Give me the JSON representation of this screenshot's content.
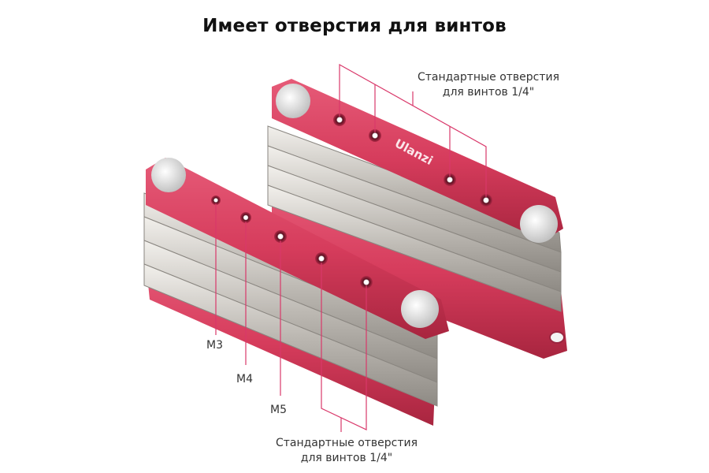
{
  "title": "Имеет отверстия для винтов",
  "brand_logo": "Ulanzi",
  "annotations": {
    "top_label_line1": "Стандартные отверстия",
    "top_label_line2": "для винтов 1/4\"",
    "bottom_label_line1": "Стандартные отверстия",
    "bottom_label_line2": "для винтов 1/4\"",
    "m3": "M3",
    "m4": "M4",
    "m5": "M5"
  },
  "colors": {
    "body_red": "#d63c5c",
    "annotation_line": "#d9386a",
    "steel": "#c9c6c1",
    "text": "#333333"
  }
}
